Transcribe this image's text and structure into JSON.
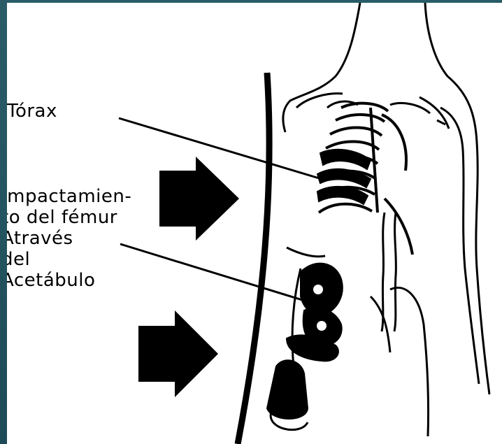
{
  "diagram": {
    "labels": {
      "torax": "Tórax",
      "impact_lines": [
        "Impactamien-",
        "to del fémur",
        "Através",
        "del",
        "Acetábulo"
      ]
    },
    "colors": {
      "frame": "#1f4e5a",
      "panel": "#ffffff",
      "ink": "#000000"
    },
    "icons": [
      "arrow-right-icon",
      "arrow-right-icon"
    ]
  }
}
